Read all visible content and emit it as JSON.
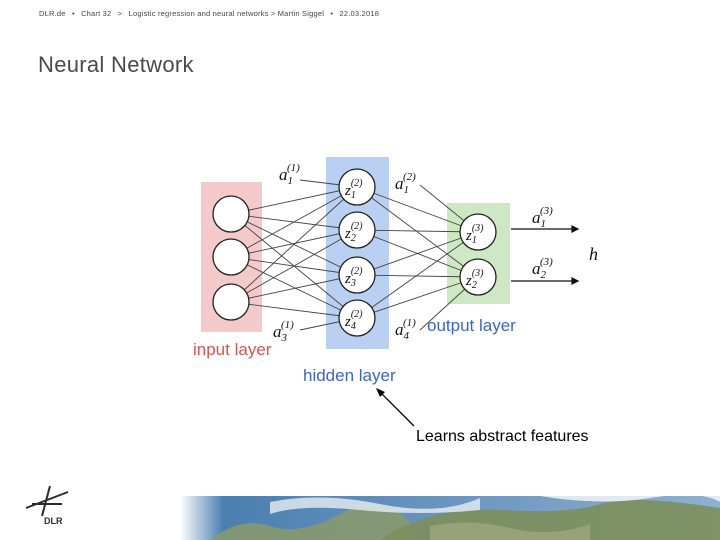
{
  "header": {
    "org": "DLR.de",
    "separator1": "•",
    "chart": "Chart 32",
    "separator2": ">",
    "talk": "Logistic regression and neural networks > Martin Siggel",
    "separator3": "•",
    "date": "22.03.2018"
  },
  "slide": {
    "title": "Neural Network"
  },
  "diagram": {
    "input_label": "input layer",
    "hidden_label": "hidden layer",
    "output_label": "output layer",
    "hypothesis": "h",
    "annotation": "Learns abstract features",
    "input_activation_top": {
      "base": "a",
      "sub": "1",
      "sup": "(1)"
    },
    "input_activation_bottom": {
      "base": "a",
      "sub": "3",
      "sup": "(1)"
    },
    "hidden_activation_top": {
      "base": "a",
      "sub": "1",
      "sup": "(2)"
    },
    "hidden_activation_bottom": {
      "base": "a",
      "sub": "4",
      "sup": "(1)"
    },
    "hidden_nodes": [
      {
        "base": "z",
        "sub": "1",
        "sup": "(2)"
      },
      {
        "base": "z",
        "sub": "2",
        "sup": "(2)"
      },
      {
        "base": "z",
        "sub": "3",
        "sup": "(2)"
      },
      {
        "base": "z",
        "sub": "4",
        "sup": "(2)"
      }
    ],
    "output_nodes": [
      {
        "base": "z",
        "sub": "1",
        "sup": "(3)"
      },
      {
        "base": "z",
        "sub": "2",
        "sup": "(3)"
      }
    ],
    "output_activations": [
      {
        "base": "a",
        "sub": "1",
        "sup": "(3)"
      },
      {
        "base": "a",
        "sub": "2",
        "sup": "(3)"
      }
    ],
    "colors": {
      "input_band": "#f4c9c9",
      "hidden_band": "#b9d0f2",
      "output_band": "#cfe8c4",
      "input_text": "#d9534f",
      "hidden_text": "#3b66c4",
      "output_text": "#3b66c4"
    }
  },
  "footer": {
    "logo_text": "DLR"
  }
}
